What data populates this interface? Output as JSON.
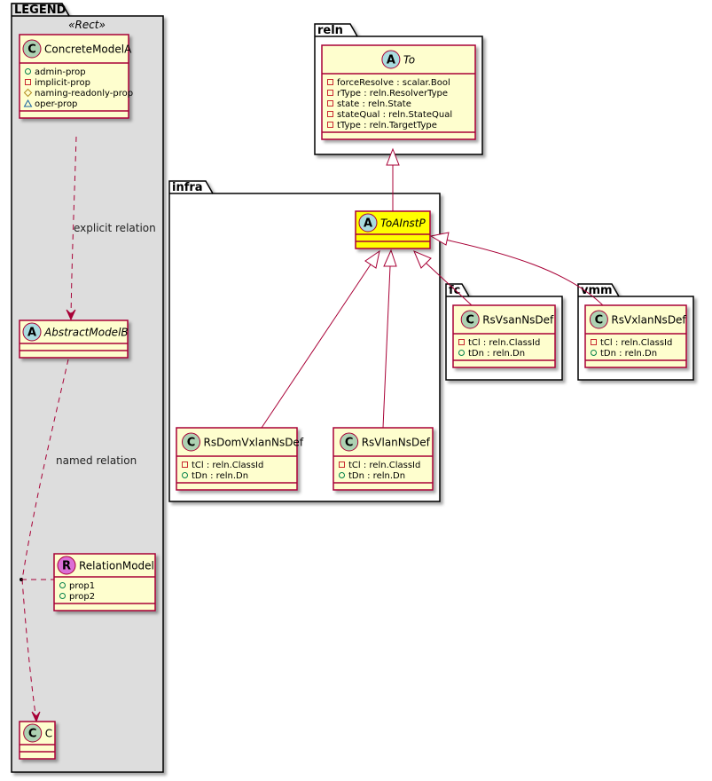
{
  "colors": {
    "class_fill": "#FEFECE",
    "class_border": "#A80036",
    "highlight_fill": "#FFFF00",
    "legend_fill": "#DDDDDD",
    "package_fill": "#FFFFFF",
    "circle_class": "#ADD1B2",
    "circle_abstract": "#A9DCDF",
    "circle_relation": "#DB6ED6",
    "vis_public": "#038048",
    "vis_private": "#C82930",
    "vis_protected": "#B38D22",
    "vis_package": "#1963A0"
  },
  "packages": {
    "legend": {
      "label": "LEGEND",
      "stereotype": "«Rect»"
    },
    "reln": {
      "label": "reln"
    },
    "infra": {
      "label": "infra"
    },
    "fc": {
      "label": "fc"
    },
    "vmm": {
      "label": "vmm"
    }
  },
  "classes": {
    "concrete_model_a": {
      "name": "ConcreteModelA",
      "kind": "C",
      "icon": "class-icon",
      "attrs": [
        {
          "vis": "public",
          "text": "admin-prop"
        },
        {
          "vis": "private",
          "text": "implicit-prop"
        },
        {
          "vis": "protected",
          "text": "naming-readonly-prop"
        },
        {
          "vis": "package",
          "text": "oper-prop"
        }
      ]
    },
    "abstract_model_b": {
      "name": "AbstractModelB",
      "kind": "A",
      "icon": "abstract-class-icon",
      "attrs": []
    },
    "relation_model": {
      "name": "RelationModel",
      "kind": "R",
      "icon": "relation-icon",
      "attrs": [
        {
          "vis": "public",
          "text": "prop1"
        },
        {
          "vis": "public",
          "text": "prop2"
        }
      ]
    },
    "c": {
      "name": "C",
      "kind": "C",
      "icon": "class-icon",
      "attrs": []
    },
    "to": {
      "name": "To",
      "kind": "A",
      "icon": "abstract-class-icon",
      "attrs": [
        {
          "vis": "private",
          "text": "forceResolve : scalar.Bool"
        },
        {
          "vis": "private",
          "text": "rType : reln.ResolverType"
        },
        {
          "vis": "private",
          "text": "state : reln.State"
        },
        {
          "vis": "private",
          "text": "stateQual : reln.StateQual"
        },
        {
          "vis": "private",
          "text": "tType : reln.TargetType"
        }
      ]
    },
    "to_a_inst_p": {
      "name": "ToAInstP",
      "kind": "A",
      "icon": "abstract-class-icon",
      "attrs": []
    },
    "rs_dom_vxlan_ns_def": {
      "name": "RsDomVxlanNsDef",
      "kind": "C",
      "icon": "class-icon",
      "attrs": [
        {
          "vis": "private",
          "text": "tCl : reln.ClassId"
        },
        {
          "vis": "public",
          "text": "tDn : reln.Dn"
        }
      ]
    },
    "rs_vlan_ns_def": {
      "name": "RsVlanNsDef",
      "kind": "C",
      "icon": "class-icon",
      "attrs": [
        {
          "vis": "private",
          "text": "tCl : reln.ClassId"
        },
        {
          "vis": "public",
          "text": "tDn : reln.Dn"
        }
      ]
    },
    "rs_vsan_ns_def": {
      "name": "RsVsanNsDef",
      "kind": "C",
      "icon": "class-icon",
      "attrs": [
        {
          "vis": "private",
          "text": "tCl : reln.ClassId"
        },
        {
          "vis": "public",
          "text": "tDn : reln.Dn"
        }
      ]
    },
    "rs_vxlan_ns_def": {
      "name": "RsVxlanNsDef",
      "kind": "C",
      "icon": "class-icon",
      "attrs": [
        {
          "vis": "private",
          "text": "tCl : reln.ClassId"
        },
        {
          "vis": "public",
          "text": "tDn : reln.Dn"
        }
      ]
    }
  },
  "relations": [
    {
      "from": "concrete_model_a",
      "to": "abstract_model_b",
      "type": "dependency",
      "label": "explicit relation"
    },
    {
      "from": "abstract_model_b",
      "to": "c",
      "type": "dependency",
      "label": "named relation",
      "association_class": "relation_model"
    },
    {
      "from": "to_a_inst_p",
      "to": "to",
      "type": "generalization",
      "label": ""
    },
    {
      "from": "rs_dom_vxlan_ns_def",
      "to": "to_a_inst_p",
      "type": "generalization",
      "label": ""
    },
    {
      "from": "rs_vlan_ns_def",
      "to": "to_a_inst_p",
      "type": "generalization",
      "label": ""
    },
    {
      "from": "rs_vsan_ns_def",
      "to": "to_a_inst_p",
      "type": "generalization",
      "label": ""
    },
    {
      "from": "rs_vxlan_ns_def",
      "to": "to_a_inst_p",
      "type": "generalization",
      "label": ""
    }
  ]
}
